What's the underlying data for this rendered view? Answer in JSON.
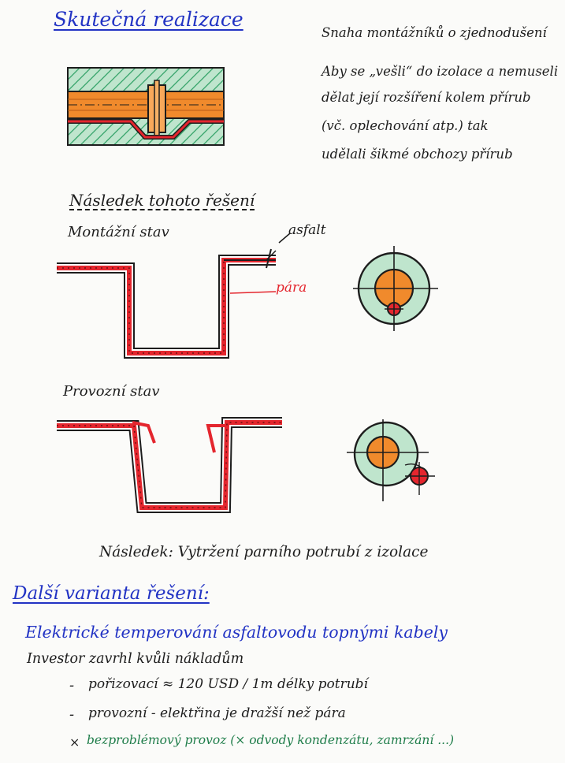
{
  "top": {
    "heading": "Skutečná realizace",
    "note_lines": [
      "Snaha montážníků o zjednodušení",
      "Aby se „vešli“ do izolace a nemuseli",
      "dělat její rozšíření kolem přírub",
      "(vč. oplechování atp.) tak",
      "udělali šikmé obchozy přírub"
    ]
  },
  "consequence": {
    "heading": "Následek tohoto řešení",
    "assembly_label": "Montážní stav",
    "asphalt_label": "asfalt",
    "steam_label": "pára",
    "operation_label": "Provozní stav",
    "result": "Následek: Vytržení parního potrubí z izolace"
  },
  "variant": {
    "heading": "Další varianta řešení:",
    "subheading": "Elektrické temperování asfaltovodu topnými kabely",
    "investor": "Investor zavrhl kvůli nákladům",
    "items": [
      {
        "bullet": "-",
        "text": "pořizovací ≈ 120 USD / 1m délky potrubí",
        "color": "black"
      },
      {
        "bullet": "-",
        "text": "provozní - elektřina je dražší než pára",
        "color": "black"
      },
      {
        "bullet": "×",
        "text": "bezproblémový provoz (× odvody kondenzátu, zamrzání ...)",
        "color": "green"
      }
    ]
  },
  "colors": {
    "blue_ink": "#2233c4",
    "green_ink": "#1f7d4a",
    "red_ink": "#e4262e",
    "orange_fill": "#f08a2c",
    "green_fill": "#bfe5cd"
  }
}
